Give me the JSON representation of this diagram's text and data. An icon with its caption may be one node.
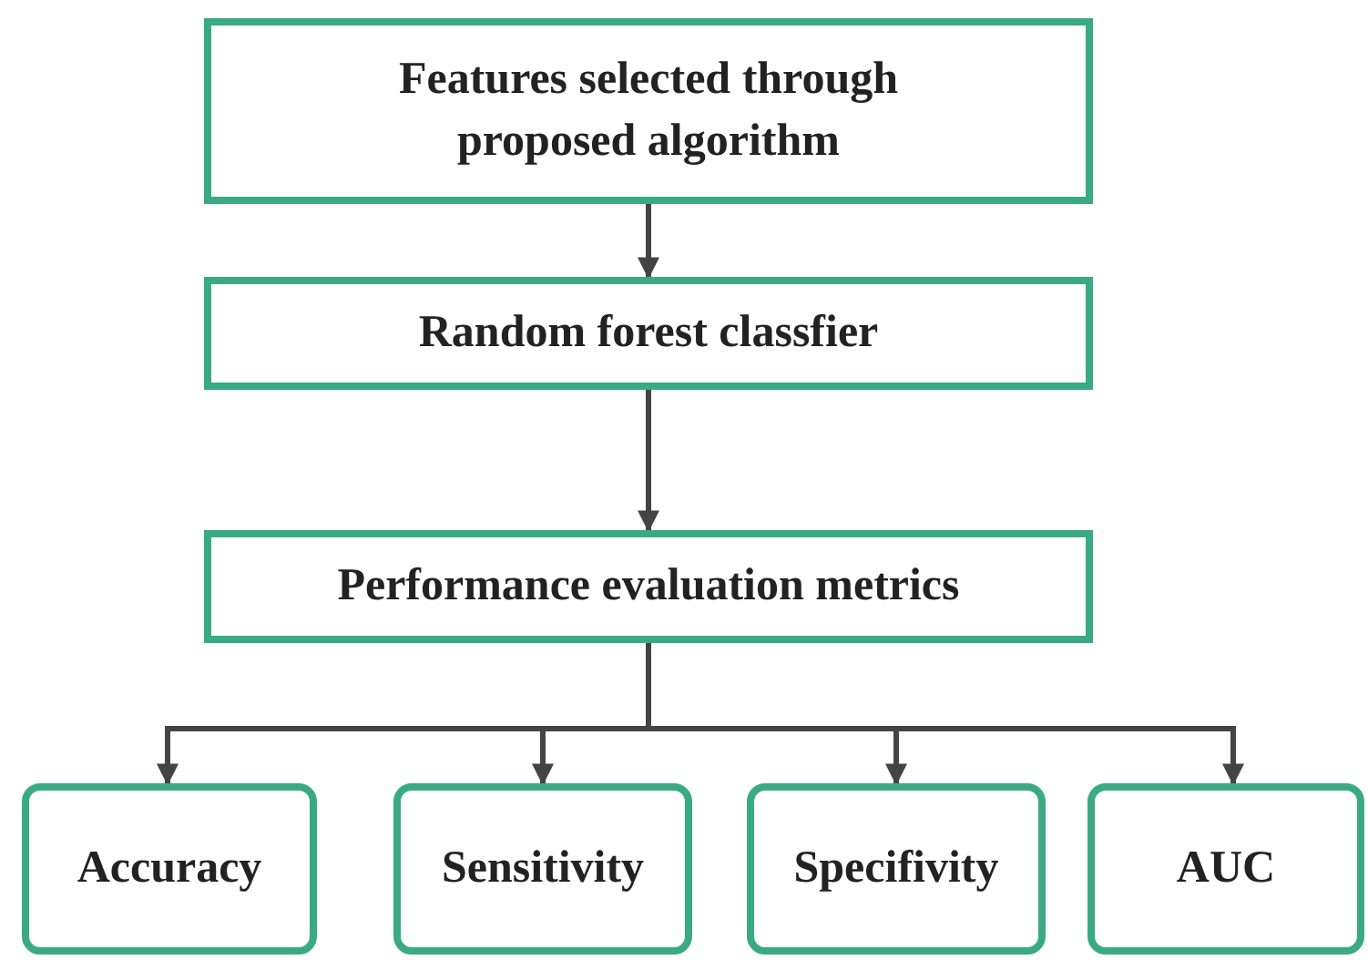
{
  "diagram": {
    "nodes": [
      {
        "text": [
          "Features selected through proposed algorithm"
        ]
      },
      {
        "text": [
          "Random forest classfier"
        ]
      },
      {
        "text": [
          "Performance evaluation metrics"
        ]
      },
      {
        "text": [
          "Accuracy"
        ]
      },
      {
        "text": [
          "Sensitivity"
        ]
      },
      {
        "text": [
          "Specifivity"
        ]
      },
      {
        "text": [
          "AUC"
        ]
      }
    ],
    "edges": [
      {
        "from": 0,
        "to": 1,
        "arrow": "to"
      },
      {
        "from": 1,
        "to": 2,
        "arrow": "to"
      },
      {
        "from": 2,
        "to": 3,
        "arrow": "to"
      },
      {
        "from": 2,
        "to": 4,
        "arrow": "to"
      },
      {
        "from": 2,
        "to": 5,
        "arrow": "to"
      },
      {
        "from": 2,
        "to": 6,
        "arrow": "to"
      }
    ]
  }
}
